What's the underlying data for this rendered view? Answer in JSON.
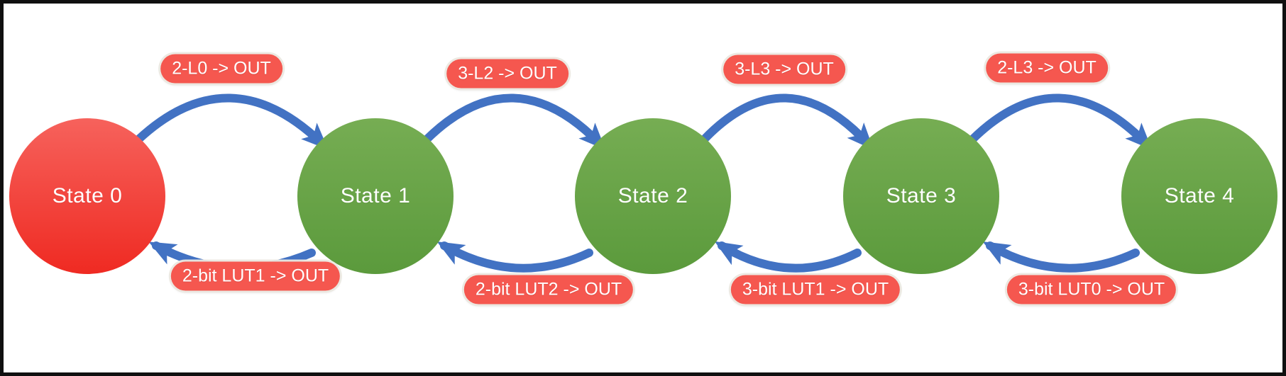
{
  "fsm": {
    "states": [
      {
        "label": "State 0",
        "color": "#EF2A22",
        "kind": "start"
      },
      {
        "label": "State 1",
        "color": "#5B9A3C",
        "kind": "normal"
      },
      {
        "label": "State 2",
        "color": "#5B9A3C",
        "kind": "normal"
      },
      {
        "label": "State 3",
        "color": "#5B9A3C",
        "kind": "normal"
      },
      {
        "label": "State 4",
        "color": "#5B9A3C",
        "kind": "normal"
      }
    ],
    "transitions": {
      "forward": [
        {
          "from": "State 0",
          "to": "State 1",
          "label": "2-L0 -> OUT"
        },
        {
          "from": "State 1",
          "to": "State 2",
          "label": "3-L2 -> OUT"
        },
        {
          "from": "State 2",
          "to": "State 3",
          "label": "3-L3 -> OUT"
        },
        {
          "from": "State 3",
          "to": "State 4",
          "label": "2-L3 -> OUT"
        }
      ],
      "backward": [
        {
          "from": "State 1",
          "to": "State 0",
          "label": "2-bit LUT1 -> OUT"
        },
        {
          "from": "State 2",
          "to": "State 1",
          "label": "2-bit LUT2 -> OUT"
        },
        {
          "from": "State 3",
          "to": "State 2",
          "label": "3-bit LUT1 -> OUT"
        },
        {
          "from": "State 4",
          "to": "State 3",
          "label": "3-bit LUT0 -> OUT"
        }
      ]
    },
    "colors": {
      "state_red_top": "#F6625C",
      "state_red_bottom": "#EF2A22",
      "state_green_top": "#76AD53",
      "state_green_bottom": "#5B9A3C",
      "arrow_blue": "#4272C3",
      "label_pill_red": "#F5574F",
      "label_text": "#FFFFFF",
      "frame_border": "#101010",
      "background": "#FFFFFF"
    }
  }
}
